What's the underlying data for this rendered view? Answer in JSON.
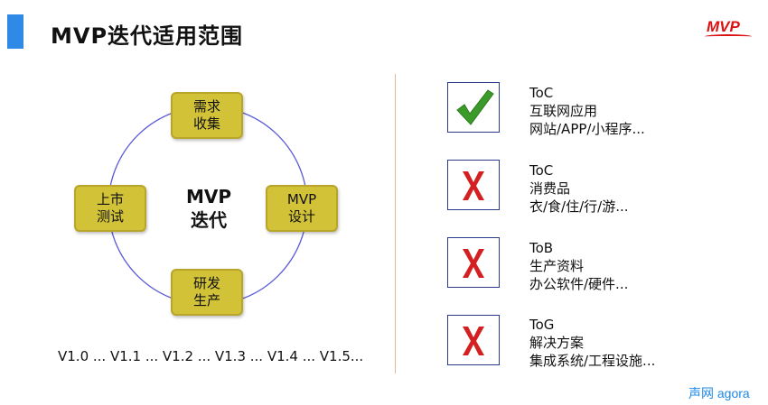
{
  "header": {
    "title": "MVP迭代适用范围",
    "brand_logo": "MVP",
    "accent_color": "#2e8ae6"
  },
  "cycle": {
    "center_label": "MVP\n迭代",
    "nodes": {
      "top": "需求\n收集",
      "right": "MVP\n设计",
      "bottom": "研发\n生产",
      "left": "上市\n测试"
    },
    "node_color": "#d2c238",
    "ring_color": "#5a5ad6",
    "versions": "V1.0 ... V1.1 ... V1.2 ... V1.3 ... V1.4 ... V1.5..."
  },
  "scope_items": [
    {
      "status": "check",
      "status_icon": "check-icon",
      "line1": "ToC",
      "line2": "互联网应用",
      "line3": "网站/APP/小程序..."
    },
    {
      "status": "cross",
      "status_icon": "cross-icon",
      "line1": "ToC",
      "line2": "消费品",
      "line3": "衣/食/住/行/游..."
    },
    {
      "status": "cross",
      "status_icon": "cross-icon",
      "line1": "ToB",
      "line2": "生产资料",
      "line3": "办公软件/硬件..."
    },
    {
      "status": "cross",
      "status_icon": "cross-icon",
      "line1": "ToG",
      "line2": "解决方案",
      "line3": "集成系统/工程设施..."
    }
  ],
  "footer": {
    "logo_text": "声网 agora"
  }
}
